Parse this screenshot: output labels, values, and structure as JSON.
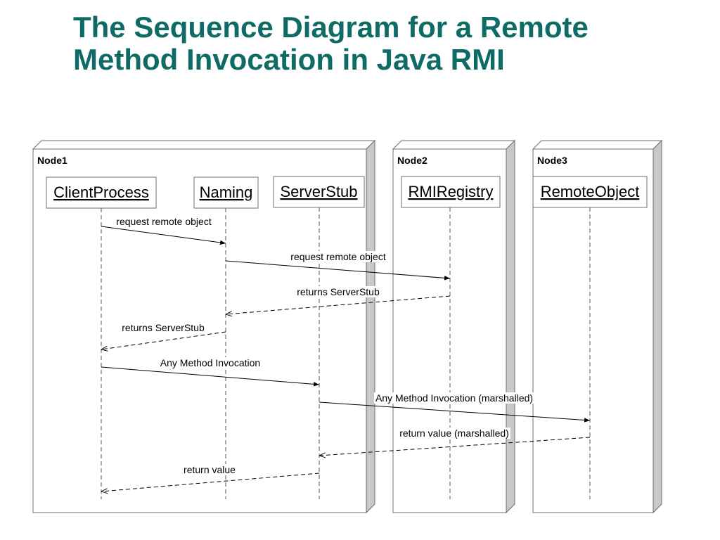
{
  "title": {
    "line1": "The Sequence Diagram for a Remote",
    "line2": "Method Invocation in Java RMI"
  },
  "colors": {
    "title": "#0f6b66",
    "node_side": "#c8c8c8",
    "line": "#000000"
  },
  "nodes": [
    {
      "id": "node1",
      "label": "Node1"
    },
    {
      "id": "node2",
      "label": "Node2"
    },
    {
      "id": "node3",
      "label": "Node3"
    }
  ],
  "objects": [
    {
      "id": "client",
      "label": "ClientProcess",
      "node": "node1"
    },
    {
      "id": "naming",
      "label": "Naming",
      "node": "node1"
    },
    {
      "id": "stub",
      "label": "ServerStub",
      "node": "node1"
    },
    {
      "id": "registry",
      "label": "RMIRegistry",
      "node": "node2"
    },
    {
      "id": "remote",
      "label": "RemoteObject",
      "node": "node3"
    }
  ],
  "messages": [
    {
      "label": "request remote object",
      "from": "client",
      "to": "naming",
      "kind": "call"
    },
    {
      "label": "request remote object",
      "from": "naming",
      "to": "registry",
      "kind": "call"
    },
    {
      "label": "returns ServerStub",
      "from": "registry",
      "to": "naming",
      "kind": "return"
    },
    {
      "label": "returns ServerStub",
      "from": "naming",
      "to": "client",
      "kind": "return"
    },
    {
      "label": "Any Method Invocation",
      "from": "client",
      "to": "stub",
      "kind": "call"
    },
    {
      "label": "Any Method Invocation (marshalled)",
      "from": "stub",
      "to": "remote",
      "kind": "call"
    },
    {
      "label": "return value (marshalled)",
      "from": "remote",
      "to": "stub",
      "kind": "return"
    },
    {
      "label": "return value",
      "from": "stub",
      "to": "client",
      "kind": "return"
    }
  ]
}
